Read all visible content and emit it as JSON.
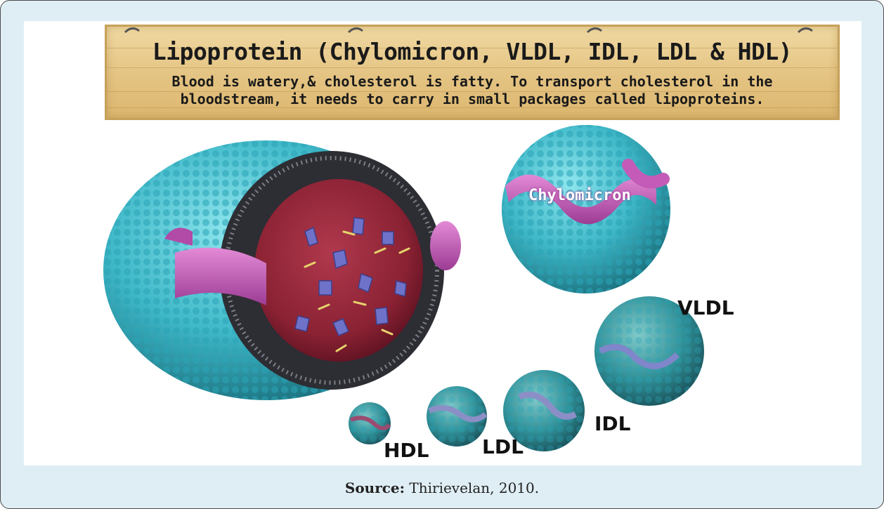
{
  "figure": {
    "title": "Lipoprotein (Chylomicron, VLDL, IDL, LDL & HDL)",
    "subtitle_line1": "Blood is watery,& cholesterol is fatty. To transport cholesterol in the",
    "subtitle_line2": "bloodstream, it needs to carry in small packages called lipoproteins.",
    "labels": {
      "chylomicron": "Chylomicron",
      "vldl": "VLDL",
      "idl": "IDL",
      "ldl": "LDL",
      "hdl": "HDL"
    },
    "colors": {
      "particle_cyan": "#3fb8c8",
      "particle_dark": "#1f7f8c",
      "core_maroon": "#8a2233",
      "apoprotein_pink": "#c45bb8",
      "plaque_wood": "#e5c585"
    }
  },
  "caption": {
    "source_label": "Source:",
    "source_text": " Thirievelan, 2010."
  }
}
